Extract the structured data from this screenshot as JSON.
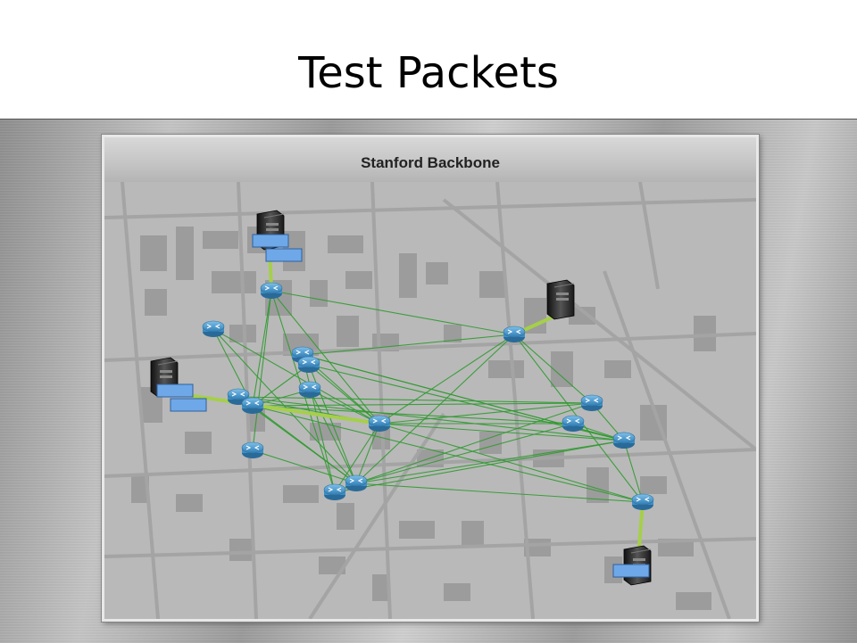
{
  "slide": {
    "title": "Test Packets"
  },
  "panel": {
    "title": "Stanford Backbone"
  },
  "colors": {
    "link": "#2f9a2f",
    "host_link": "#a6cf4a",
    "router": "#3f8fc6",
    "packet": "#6fa8e8",
    "background": "#b9b9b9"
  },
  "icons": {
    "router": "router-icon",
    "server": "server-icon",
    "packet": "test-packet-icon"
  },
  "network": {
    "routers": [
      "r1",
      "r2",
      "r3",
      "r4",
      "r5",
      "r6",
      "r7",
      "r8",
      "r9",
      "r10",
      "r11",
      "r12",
      "r13",
      "r14",
      "r15",
      "r16",
      "r17"
    ],
    "servers": [
      "s1",
      "s2",
      "s3",
      "s4"
    ],
    "packets": [
      "p1",
      "p2",
      "p3",
      "p4",
      "p5"
    ],
    "links": [
      [
        "r1",
        "r4"
      ],
      [
        "r1",
        "r8"
      ],
      [
        "r1",
        "r9"
      ],
      [
        "r1",
        "r10"
      ],
      [
        "r1",
        "r12"
      ],
      [
        "r2",
        "r8"
      ],
      [
        "r2",
        "r11"
      ],
      [
        "r2",
        "r9"
      ],
      [
        "r3",
        "r4"
      ],
      [
        "r3",
        "r8"
      ],
      [
        "r3",
        "r12"
      ],
      [
        "r3",
        "r15"
      ],
      [
        "r3",
        "r16"
      ],
      [
        "r4",
        "r8"
      ],
      [
        "r4",
        "r11"
      ],
      [
        "r4",
        "r17"
      ],
      [
        "r5",
        "r8"
      ],
      [
        "r5",
        "r9"
      ],
      [
        "r5",
        "r11"
      ],
      [
        "r5",
        "r15"
      ],
      [
        "r6",
        "r8"
      ],
      [
        "r6",
        "r11"
      ],
      [
        "r6",
        "r16"
      ],
      [
        "r6",
        "r13"
      ],
      [
        "r7",
        "r8"
      ],
      [
        "r7",
        "r9"
      ],
      [
        "r7",
        "r11"
      ],
      [
        "r8",
        "r9"
      ],
      [
        "r8",
        "r11"
      ],
      [
        "r8",
        "r12"
      ],
      [
        "r8",
        "r13"
      ],
      [
        "r8",
        "r14"
      ],
      [
        "r8",
        "r16"
      ],
      [
        "r8",
        "r17"
      ],
      [
        "r9",
        "r11"
      ],
      [
        "r9",
        "r13"
      ],
      [
        "r9",
        "r14"
      ],
      [
        "r9",
        "r17"
      ],
      [
        "r10",
        "r11"
      ],
      [
        "r11",
        "r13"
      ],
      [
        "r11",
        "r14"
      ],
      [
        "r11",
        "r16"
      ],
      [
        "r11",
        "r12"
      ],
      [
        "r11",
        "r17"
      ],
      [
        "r13",
        "r15"
      ],
      [
        "r14",
        "r16"
      ],
      [
        "r15",
        "r17"
      ],
      [
        "r16",
        "r12"
      ],
      [
        "r13",
        "r4"
      ]
    ],
    "host_links": [
      [
        "s1",
        "r1"
      ],
      [
        "s2",
        "r4"
      ],
      [
        "s3",
        "r8"
      ],
      [
        "s4",
        "r17"
      ]
    ]
  }
}
